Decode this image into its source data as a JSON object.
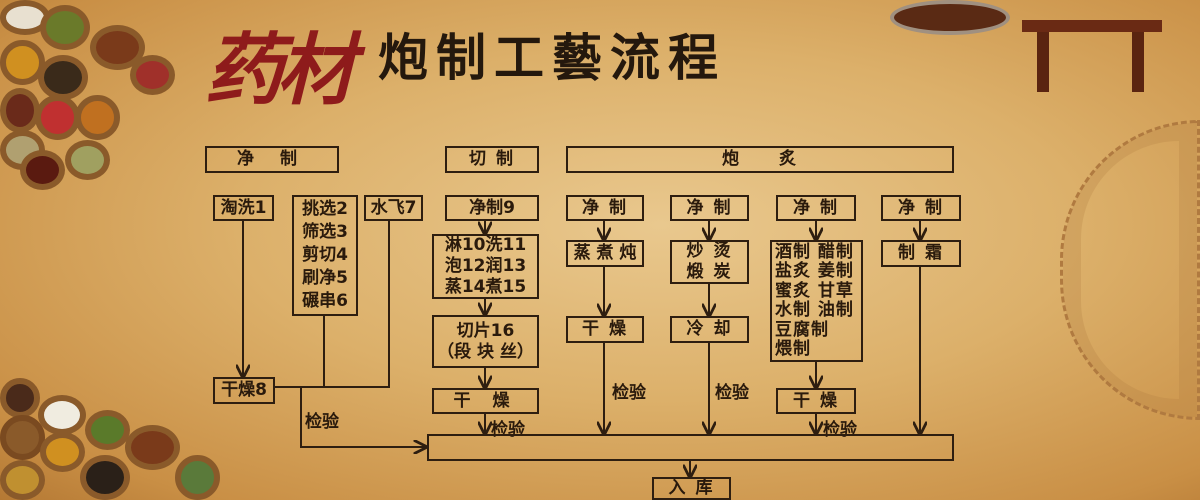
{
  "title": {
    "red": "药材",
    "main": "炮制工藝流程"
  },
  "headers": {
    "jingzhi": "净 制",
    "qiezhi": "切 制",
    "paozhi": "炮　　炙"
  },
  "jingzhi": {
    "taoxi": "淘洗1",
    "list": [
      "挑选2",
      "筛选3",
      "剪切4",
      "刷净5",
      "碾串6"
    ],
    "shuifei": "水飞7",
    "ganzao": "干燥8",
    "jianyan": "检验"
  },
  "qiezhi": {
    "jingzhi": "净制9",
    "list": [
      "淋10洗11",
      "泡12润13",
      "蒸14煮15"
    ],
    "qiepian": [
      "切片16",
      "（段 块 丝）"
    ],
    "ganzao": "干 燥",
    "jianyan": "检验"
  },
  "paozhi": {
    "col1": {
      "jingzhi": "净 制",
      "step": "蒸 煮 炖",
      "ganzao": "干 燥",
      "jianyan": "检验"
    },
    "col2": {
      "jingzhi": "净 制",
      "step": [
        "炒 烫",
        "煅 炭"
      ],
      "lengque": "冷 却",
      "jianyan": "检验"
    },
    "col3": {
      "jingzhi": "净 制",
      "list": [
        "酒制 醋制",
        "盐炙 姜制",
        "蜜炙 甘草",
        "水制 油制",
        "豆腐制",
        "煨制"
      ],
      "ganzao": "干 燥",
      "jianyan": "检验"
    },
    "col4": {
      "jingzhi": "净 制",
      "step": "制 霜"
    }
  },
  "ruku": "入 库"
}
